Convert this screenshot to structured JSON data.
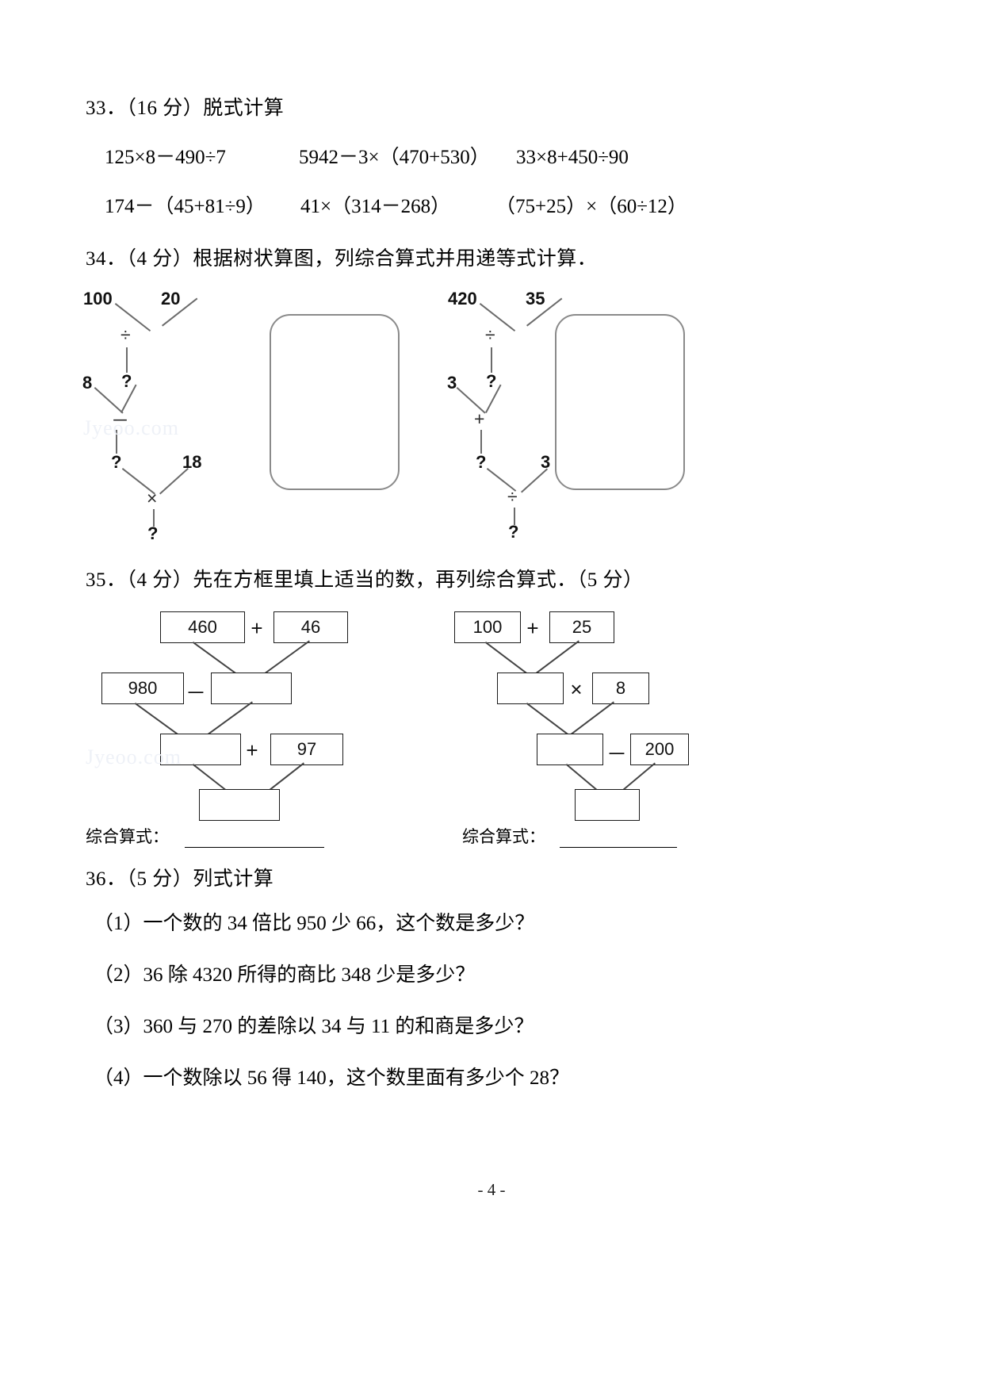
{
  "page": {
    "footer": "- 4 -",
    "watermarks": [
      "Jyeoo.com",
      "Jyeoo.com"
    ]
  },
  "q33": {
    "heading": "33．（16 分）脱式计算",
    "row1": [
      "125×8－490÷7",
      "5942－3×（470+530）",
      "33×8+450÷90"
    ],
    "row2": [
      "174－（45+81÷9）",
      "41×（314－268）",
      "（75+25）×（60÷12）"
    ]
  },
  "q34": {
    "heading": "34．（4 分）根据树状算图，列综合算式并用递等式计算．",
    "left_tree": {
      "level1_left": "100",
      "level1_right": "20",
      "op1": "÷",
      "mid1": "?",
      "level2_left": "8",
      "op2": "－",
      "mid2": "?",
      "level3_right": "18",
      "op3": "×",
      "result": "?"
    },
    "right_tree": {
      "level1_left": "420",
      "level1_right": "35",
      "op1": "÷",
      "mid1": "?",
      "level2_left": "3",
      "op2": "+",
      "mid2": "?",
      "level3_right": "3",
      "op3": "÷",
      "result": "?"
    },
    "answer_card_left": "",
    "answer_card_right": ""
  },
  "q35": {
    "heading": "35．（4 分）先在方框里填上适当的数，再列综合算式．（5 分）",
    "left_diagram": {
      "b1": "460",
      "op1": "+",
      "b2": "46",
      "b3": "980",
      "op2": "－",
      "b4": "",
      "b5": "",
      "op3": "+",
      "b6": "97",
      "b7": ""
    },
    "right_diagram": {
      "b1": "100",
      "op1": "+",
      "b2": "25",
      "b3": "",
      "op2": "×",
      "b4": "8",
      "b5": "",
      "op3": "－",
      "b6": "200",
      "b7": ""
    },
    "answer_label_left": "综合算式：",
    "answer_label_right": "综合算式："
  },
  "q36": {
    "heading": "36．（5 分）列式计算",
    "items": [
      "（1）一个数的 34 倍比 950 少 66，这个数是多少？",
      "（2）36 除 4320 所得的商比 348 少是多少？",
      "（3）360 与 270 的差除以 34 与 11 的和商是多少？",
      "（4）一个数除以 56 得 140，这个数里面有多少个 28？"
    ]
  }
}
